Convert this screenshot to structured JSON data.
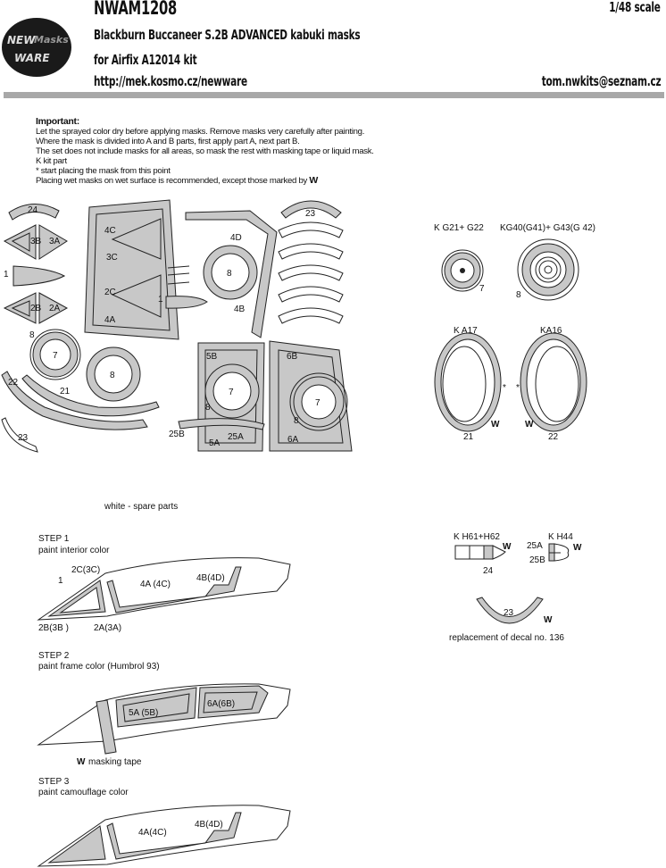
{
  "header": {
    "product_code": "NWAM1208",
    "scale": "1/48 scale",
    "title": "Blackburn Buccaneer  S.2B ADVANCED kabuki masks",
    "kit": "for Airfix A12014 kit",
    "url": "http://mek.kosmo.cz/newware",
    "email": "tom.nwkits@seznam.cz",
    "logo": {
      "word1": "NEW",
      "word2": "Masks",
      "word3": "WARE"
    }
  },
  "important": {
    "heading": "Important:",
    "lines": [
      "Let the sprayed color dry before applying masks. Remove masks very carefully after painting.",
      "Where the mask is divided into A and B parts, first apply part A, next part B.",
      "The set does not include masks for all areas, so mask the rest with masking tape or liquid mask.",
      "K kit part",
      "*  start placing the mask from this point",
      "Placing wet masks on wet surface is recommended, except those marked by"
    ],
    "dry_symbol": "W"
  },
  "masks": {
    "labels": [
      "24",
      "3B",
      "3A",
      "1",
      "2B",
      "2A",
      "4C",
      "3C",
      "2C",
      "4A",
      "1",
      "4D",
      "8",
      "4B",
      "23",
      "8",
      "7",
      "8",
      "22",
      "21",
      "23",
      "5B",
      "7",
      "8",
      "25B",
      "25A",
      "5A",
      "6B",
      "7",
      "8",
      "6A"
    ],
    "spare_note": "white - spare parts"
  },
  "kit_parts": {
    "wheel_small": {
      "ref": "K G21+ G22",
      "mask": "7"
    },
    "wheel_large": {
      "ref": "KG40(G41)+ G43(G 42)",
      "mask": "8"
    },
    "light_left": {
      "ref": "K A17",
      "mask": "21"
    },
    "light_right": {
      "ref": "KA16",
      "mask": "22"
    },
    "probe": {
      "ref": "K H61+H62",
      "mask": "24"
    },
    "nose_light": {
      "ref": "K H44",
      "mask_a": "25A",
      "mask_b": "25B"
    },
    "arc": {
      "mask": "23",
      "note": "replacement of decal no. 136"
    }
  },
  "steps": [
    {
      "title": "STEP 1",
      "desc": "paint interior color",
      "labels": [
        "1",
        "2C(3C)",
        "4A (4C)",
        "4B(4D)",
        "2B(3B )",
        "2A(3A)"
      ]
    },
    {
      "title": "STEP 2",
      "desc": "paint frame color (Humbrol 93)",
      "labels": [
        "5A (5B)",
        "6A(6B)"
      ],
      "note": "masking tape"
    },
    {
      "title": "STEP 3",
      "desc": "paint camouflage color",
      "labels": [
        "4A(4C)",
        "4B(4D)"
      ]
    }
  ],
  "colors": {
    "mask_fill": "#c8c8c8",
    "line": "#222222",
    "bar": "#a8a8a8"
  }
}
